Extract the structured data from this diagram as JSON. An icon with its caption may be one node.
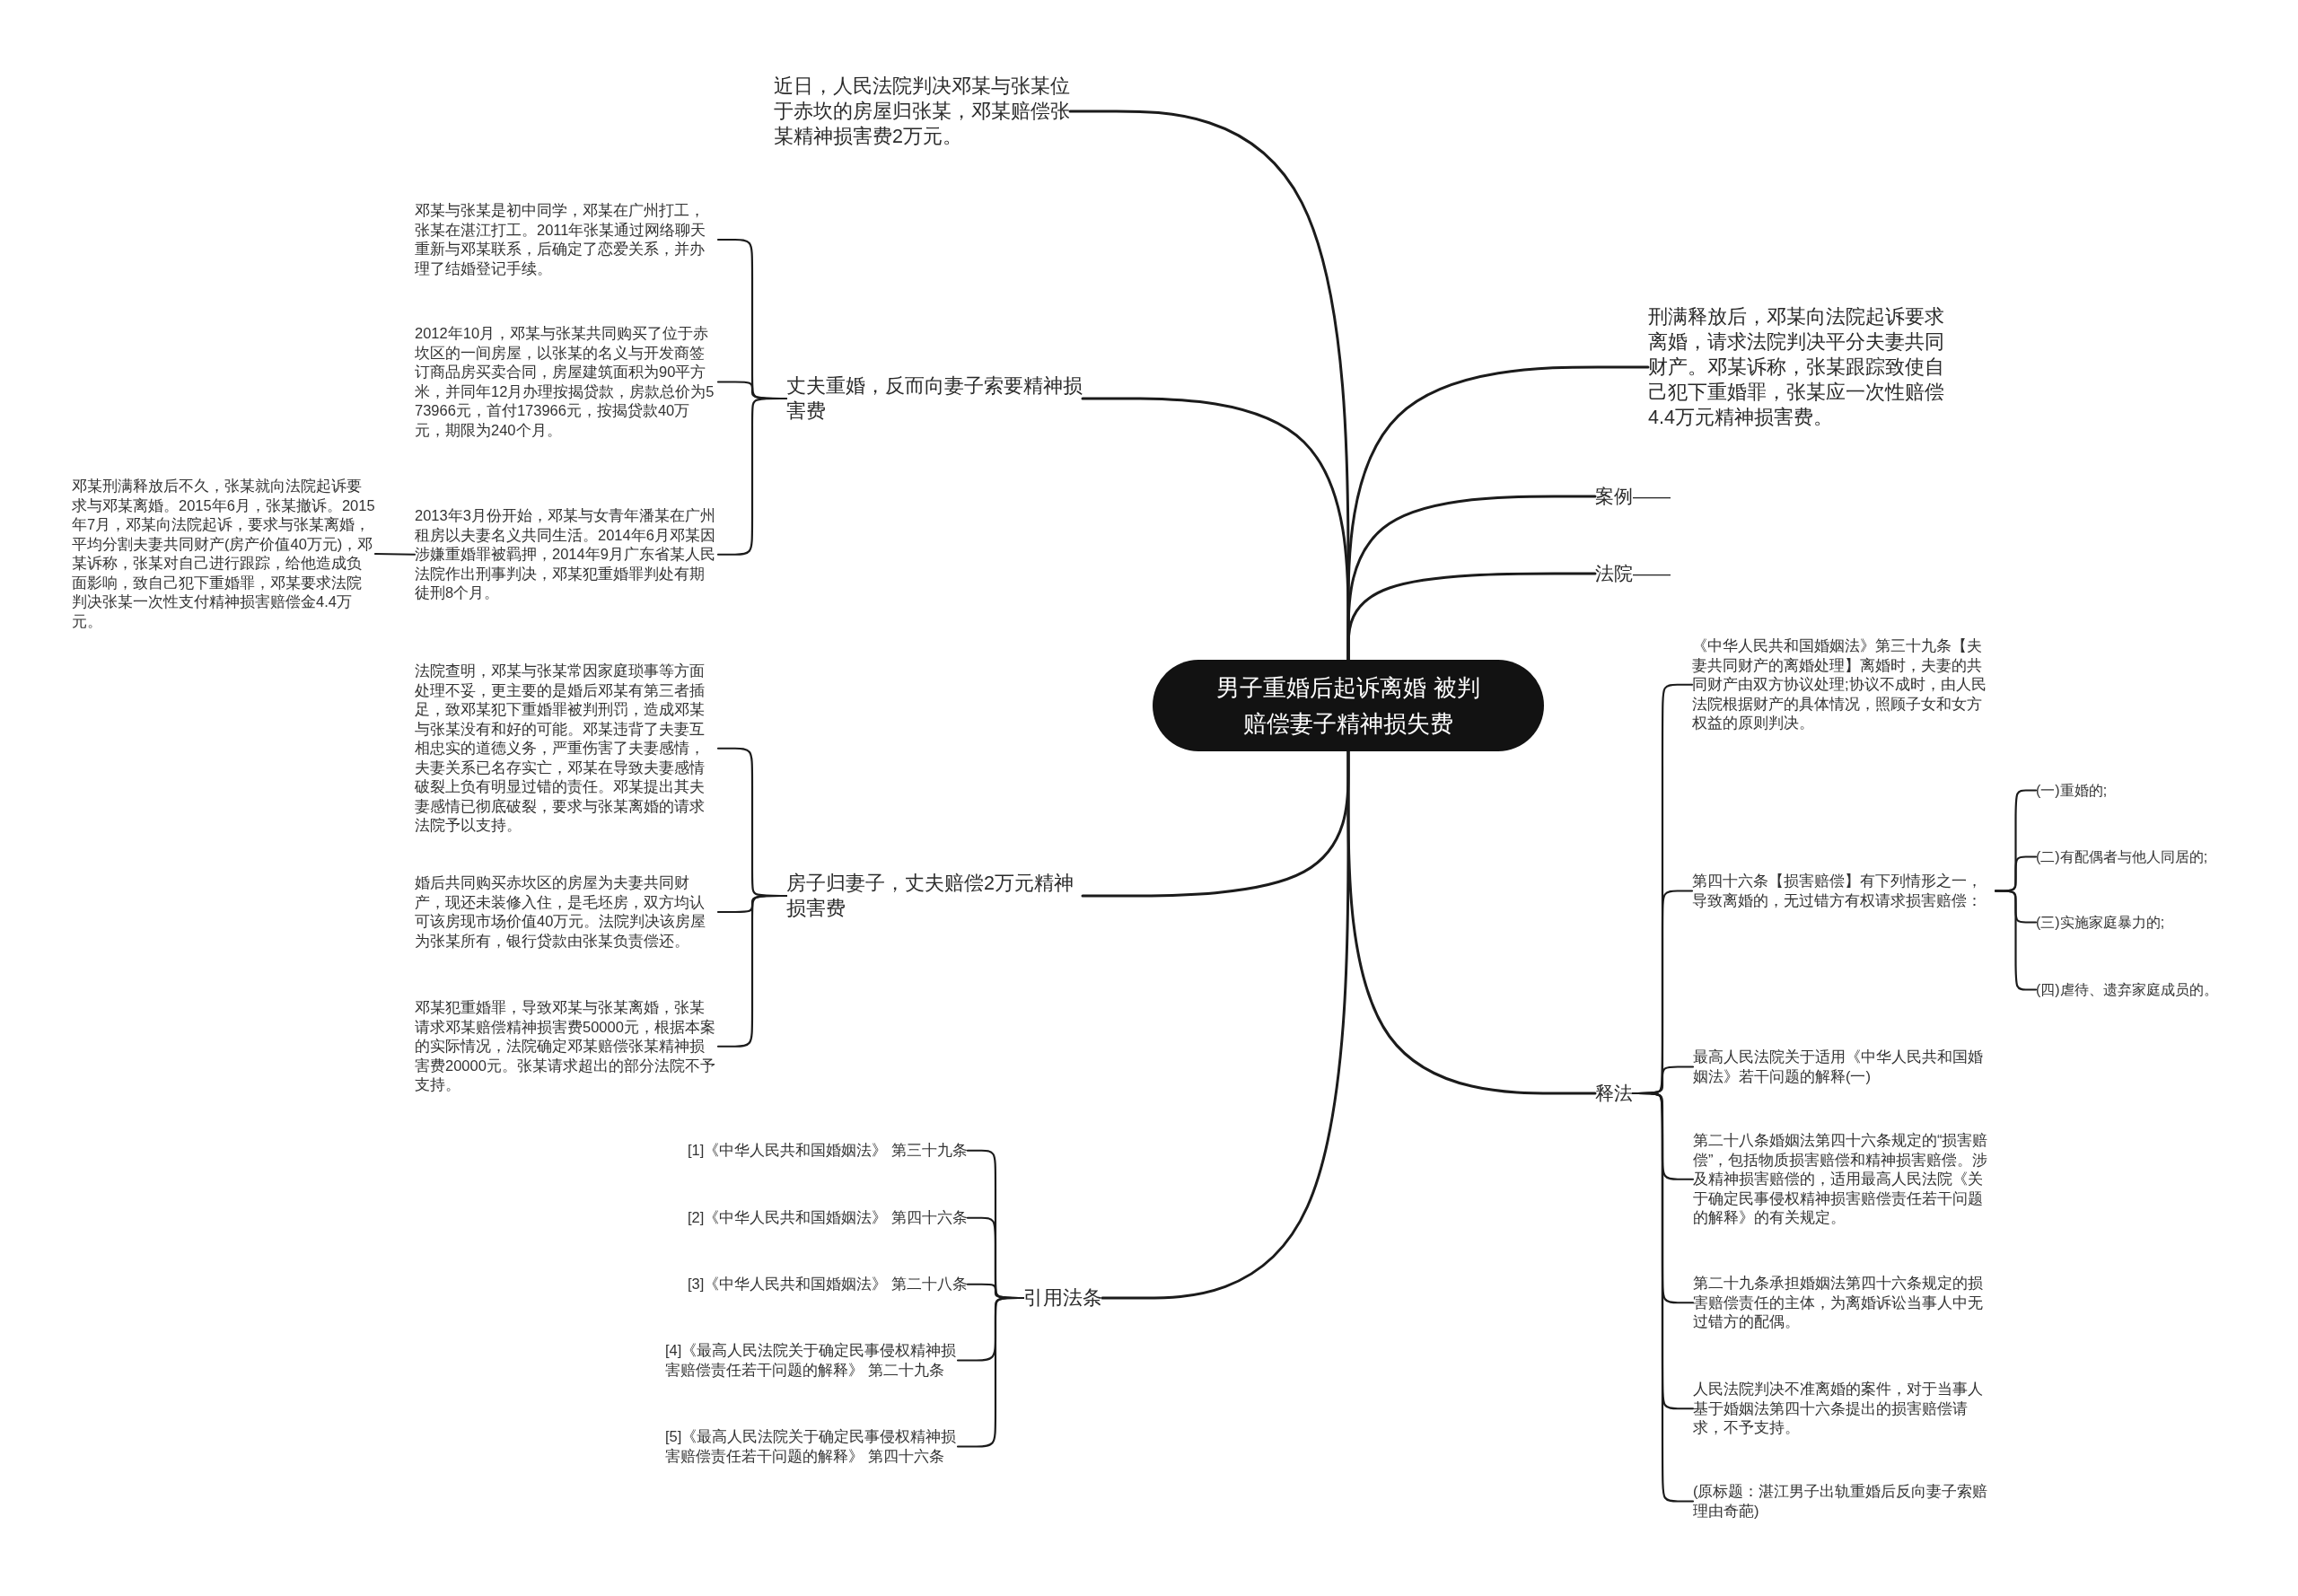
{
  "diagram": {
    "nodes": [
      {
        "text": [
          "男子重婚后起诉离婚 被判赔偿妻子精神损失费"
        ]
      },
      {
        "text": [
          "近日，人民法院判决邓某与张某位于赤坎的房屋归张某，邓某赔偿张某精神损害费2万元。"
        ]
      },
      {
        "text": [
          "丈夫重婚，反而向妻子索要精神损害费"
        ]
      },
      {
        "text": [
          "邓某与张某是初中同学，邓某在广州打工，张某在湛江打工。2011年张某通过网络聊天重新与邓某联系，后确定了恋爱关系，并办理了结婚登记手续。"
        ]
      },
      {
        "text": [
          "2012年10月，邓某与张某共同购买了位于赤坎区的一间房屋，以张某的名义与开发商签订商品房买卖合同，房屋建筑面积为90平方米，并同年12月办理按揭贷款，房款总价为573966元，首付173966元，按揭贷款40万元，期限为240个月。"
        ]
      },
      {
        "text": [
          "2013年3月份开始，邓某与女青年潘某在广州租房以夫妻名义共同生活。2014年6月邓某因涉嫌重婚罪被羁押，2014年9月广东省某人民法院作出刑事判决，邓某犯重婚罪判处有期徒刑8个月。"
        ]
      },
      {
        "text": [
          "邓某刑满释放后不久，张某就向法院起诉要求与邓某离婚。2015年6月，张某撤诉。2015年7月，邓某向法院起诉，要求与张某离婚，平均分割夫妻共同财产(房产价值40万元)，邓某诉称，张某对自己进行跟踪，给他造成负面影响，致自己犯下重婚罪，邓某要求法院判决张某一次性支付精神损害赔偿金4.4万元。"
        ]
      },
      {
        "text": [
          "房子归妻子，丈夫赔偿2万元精神损害费"
        ]
      },
      {
        "text": [
          "法院查明，邓某与张某常因家庭琐事等方面处理不妥，更主要的是婚后邓某有第三者插足，致邓某犯下重婚罪被判刑罚，造成邓某与张某没有和好的可能。邓某违背了夫妻互相忠实的道德义务，严重伤害了夫妻感情，夫妻关系已名存实亡，邓某在导致夫妻感情破裂上负有明显过错的责任。邓某提出其夫妻感情已彻底破裂，要求与张某离婚的请求法院予以支持。"
        ]
      },
      {
        "text": [
          "婚后共同购买赤坎区的房屋为夫妻共同财产，现还未装修入住，是毛坯房，双方均认可该房现市场价值40万元。法院判决该房屋为张某所有，银行贷款由张某负责偿还。"
        ]
      },
      {
        "text": [
          "邓某犯重婚罪，导致邓某与张某离婚，张某请求邓某赔偿精神损害费50000元，根据本案的实际情况，法院确定邓某赔偿张某精神损害费20000元。张某请求超出的部分法院不予支持。"
        ]
      },
      {
        "text": [
          "引用法条"
        ]
      },
      {
        "text": [
          "[1]《中华人民共和国婚姻法》 第三十九条"
        ]
      },
      {
        "text": [
          "[2]《中华人民共和国婚姻法》 第四十六条"
        ]
      },
      {
        "text": [
          "[3]《中华人民共和国婚姻法》 第二十八条"
        ]
      },
      {
        "text": [
          "[4]《最高人民法院关于确定民事侵权精神损害赔偿责任若干问题的解释》 第二十九条"
        ]
      },
      {
        "text": [
          "[5]《最高人民法院关于确定民事侵权精神损害赔偿责任若干问题的解释》 第四十六条"
        ]
      },
      {
        "text": [
          "刑满释放后，邓某向法院起诉要求离婚，请求法院判决平分夫妻共同财产。邓某诉称，张某跟踪致使自己犯下重婚罪，张某应一次性赔偿4.4万元精神损害费。"
        ]
      },
      {
        "text": [
          "案例——"
        ]
      },
      {
        "text": [
          "法院——"
        ]
      },
      {
        "text": [
          "释法"
        ]
      },
      {
        "text": [
          "《中华人民共和国婚姻法》第三十九条【夫妻共同财产的离婚处理】离婚时，夫妻的共同财产由双方协议处理;协议不成时，由人民法院根据财产的具体情况，照顾子女和女方权益的原则判决。"
        ]
      },
      {
        "text": [
          "第四十六条【损害赔偿】有下列情形之一，导致离婚的，无过错方有权请求损害赔偿："
        ]
      },
      {
        "text": [
          "(一)重婚的;"
        ]
      },
      {
        "text": [
          "(二)有配偶者与他人同居的;"
        ]
      },
      {
        "text": [
          "(三)实施家庭暴力的;"
        ]
      },
      {
        "text": [
          "(四)虐待、遗弃家庭成员的。"
        ]
      },
      {
        "text": [
          "最高人民法院关于适用《中华人民共和国婚姻法》若干问题的解释(一)"
        ]
      },
      {
        "text": [
          "第二十八条婚姻法第四十六条规定的“损害赔偿”，包括物质损害赔偿和精神损害赔偿。涉及精神损害赔偿的，适用最高人民法院《关于确定民事侵权精神损害赔偿责任若干问题的解释》的有关规定。"
        ]
      },
      {
        "text": [
          "第二十九条承担婚姻法第四十六条规定的损害赔偿责任的主体，为离婚诉讼当事人中无过错方的配偶。"
        ]
      },
      {
        "text": [
          "人民法院判决不准离婚的案件，对于当事人基于婚姻法第四十六条提出的损害赔偿请求，不予支持。"
        ]
      },
      {
        "text": [
          "(原标题：湛江男子出轨重婚后反向妻子索赔理由奇葩)"
        ]
      }
    ],
    "edges": [
      {
        "from": 0,
        "to": 1,
        "arrow": "none"
      },
      {
        "from": 0,
        "to": 2,
        "arrow": "none"
      },
      {
        "from": 2,
        "to": 3,
        "arrow": "none"
      },
      {
        "from": 2,
        "to": 4,
        "arrow": "none"
      },
      {
        "from": 2,
        "to": 5,
        "arrow": "none"
      },
      {
        "from": 5,
        "to": 6,
        "arrow": "none"
      },
      {
        "from": 0,
        "to": 7,
        "arrow": "none"
      },
      {
        "from": 7,
        "to": 8,
        "arrow": "none"
      },
      {
        "from": 7,
        "to": 9,
        "arrow": "none"
      },
      {
        "from": 7,
        "to": 10,
        "arrow": "none"
      },
      {
        "from": 0,
        "to": 11,
        "arrow": "none"
      },
      {
        "from": 11,
        "to": 12,
        "arrow": "none"
      },
      {
        "from": 11,
        "to": 13,
        "arrow": "none"
      },
      {
        "from": 11,
        "to": 14,
        "arrow": "none"
      },
      {
        "from": 11,
        "to": 15,
        "arrow": "none"
      },
      {
        "from": 11,
        "to": 16,
        "arrow": "none"
      },
      {
        "from": 0,
        "to": 17,
        "arrow": "none"
      },
      {
        "from": 0,
        "to": 18,
        "arrow": "none"
      },
      {
        "from": 0,
        "to": 19,
        "arrow": "none"
      },
      {
        "from": 0,
        "to": 20,
        "arrow": "none"
      },
      {
        "from": 20,
        "to": 21,
        "arrow": "none"
      },
      {
        "from": 20,
        "to": 22,
        "arrow": "none"
      },
      {
        "from": 22,
        "to": 23,
        "arrow": "none"
      },
      {
        "from": 22,
        "to": 24,
        "arrow": "none"
      },
      {
        "from": 22,
        "to": 25,
        "arrow": "none"
      },
      {
        "from": 22,
        "to": 26,
        "arrow": "none"
      },
      {
        "from": 20,
        "to": 27,
        "arrow": "none"
      },
      {
        "from": 20,
        "to": 28,
        "arrow": "none"
      },
      {
        "from": 20,
        "to": 29,
        "arrow": "none"
      },
      {
        "from": 20,
        "to": 30,
        "arrow": "none"
      },
      {
        "from": 20,
        "to": 31,
        "arrow": "none"
      }
    ]
  }
}
